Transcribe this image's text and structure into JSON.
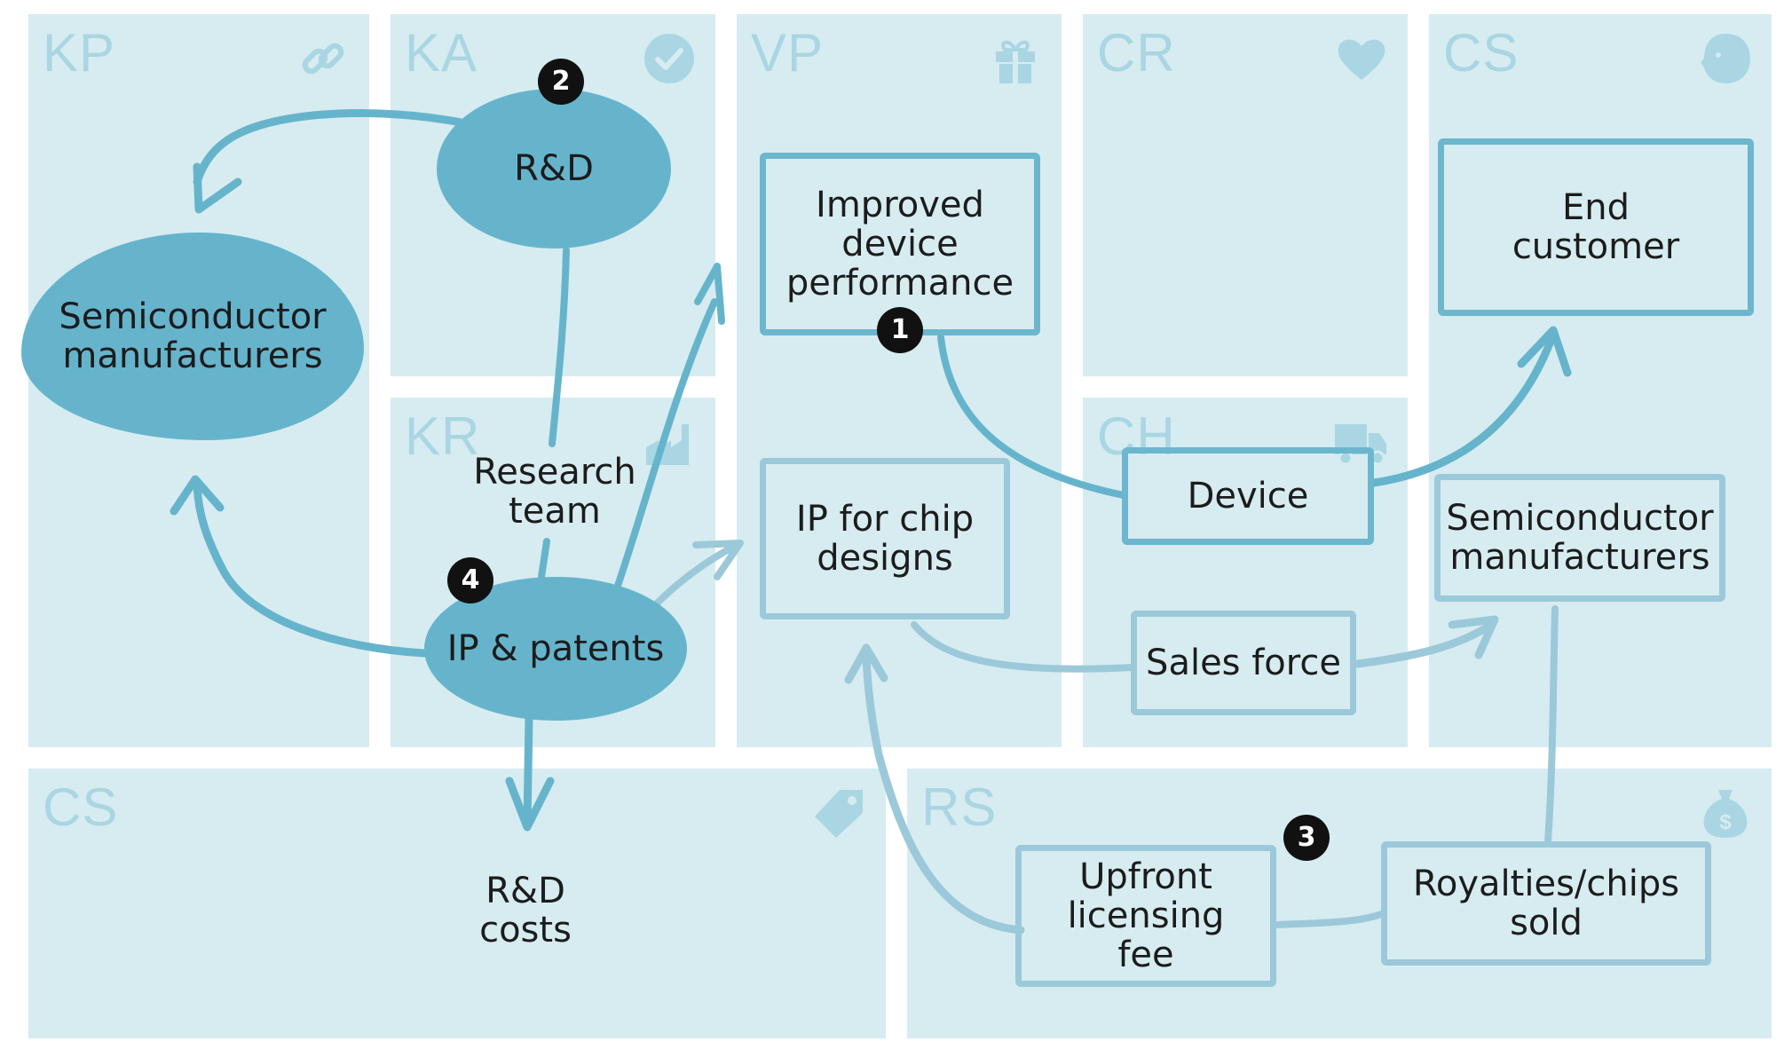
{
  "colors": {
    "block_fill": "#d6ecf1",
    "block_code": "#a9d6e2",
    "blob_fill": "#66b4cc",
    "box_border": "#6cb6ce",
    "box_border_pale": "#9cc9d9",
    "badge_fill": "#111111"
  },
  "blocks": {
    "kp": {
      "code": "KP",
      "icon": "link-icon"
    },
    "ka": {
      "code": "KA",
      "icon": "checkmark-icon"
    },
    "kr": {
      "code": "KR",
      "icon": "factory-icon"
    },
    "vp": {
      "code": "VP",
      "icon": "gift-icon"
    },
    "cr": {
      "code": "CR",
      "icon": "heart-icon"
    },
    "ch": {
      "code": "CH",
      "icon": "truck-icon"
    },
    "cs_segments": {
      "code": "CS",
      "icon": "face-icon"
    },
    "cs_costs": {
      "code": "CS",
      "icon": "price-tag-icon"
    },
    "rs": {
      "code": "RS",
      "icon": "money-bag-icon"
    }
  },
  "nodes": {
    "semiconductor_partners": "Semiconductor\nmanufacturers",
    "rnd": "R&D",
    "research_team": "Research\nteam",
    "ip_patents": "IP & patents",
    "improved_performance": "Improved\ndevice\nperformance",
    "ip_chip_designs": "IP for chip\ndesigns",
    "device": "Device",
    "sales_force": "Sales force",
    "end_customer": "End\ncustomer",
    "semiconductor_customers": "Semiconductor\nmanufacturers",
    "rnd_costs": "R&D\ncosts",
    "upfront_fee": "Upfront\nlicensing\nfee",
    "royalties": "Royalties/chips\nsold"
  },
  "badges": {
    "one": "1",
    "two": "2",
    "three": "3",
    "four": "4"
  }
}
